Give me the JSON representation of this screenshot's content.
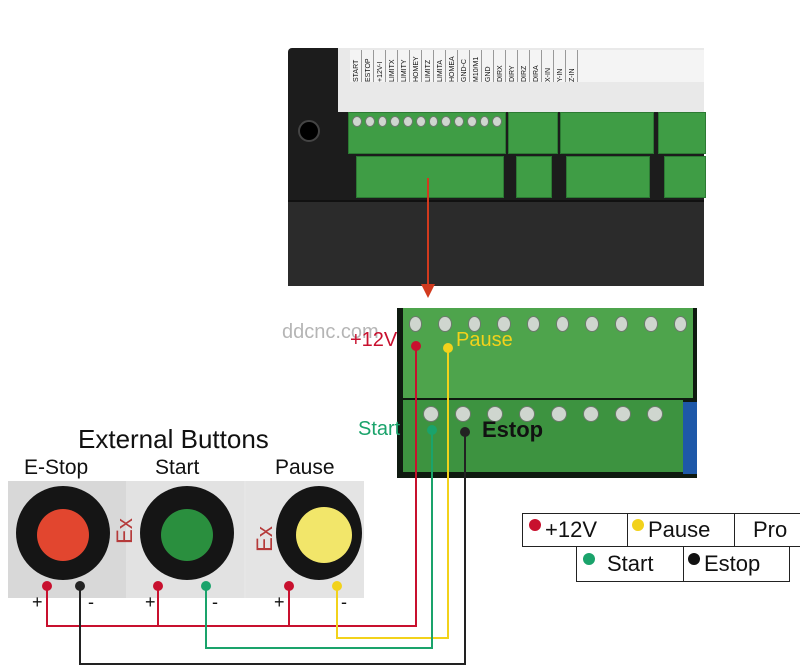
{
  "watermark": "ddcnc.com",
  "controller": {
    "terminal_labels": [
      "START",
      "ESTOP",
      "+12V-I",
      "LIMITX",
      "LIMITY",
      "HOMEY",
      "LIMITZ",
      "LIMITA",
      "HOMEA",
      "GND-C",
      "M10/M1",
      "GND",
      "DIRX",
      "DIRY",
      "DIRZ",
      "DIRA",
      "X-IN",
      "Y-IN",
      "Z-IN"
    ]
  },
  "zoom_labels": {
    "plus12v": "+12V",
    "pause": "Pause",
    "start": "Start",
    "estop": "Estop"
  },
  "buttons": {
    "heading": "External Buttons",
    "estop_label": "E-Stop",
    "start_label": "Start",
    "pause_label": "Pause",
    "ex_mark": "Ex",
    "plus": "+",
    "minus": "-"
  },
  "legend": {
    "plus12v": "+12V",
    "pause": "Pause",
    "pro": "Pro",
    "start": "Start",
    "estop": "Estop"
  },
  "colors": {
    "red_wire": "#c8102e",
    "yellow_wire": "#f2d21b",
    "green_wire": "#1aa36b",
    "black_wire": "#222222",
    "estop_cap": "#e2462f",
    "start_cap": "#2a8f3e",
    "pause_cap": "#f2e66a"
  },
  "icons": [
    "red-dot-icon",
    "yellow-dot-icon",
    "green-dot-icon",
    "black-dot-icon",
    "down-arrow-icon"
  ]
}
